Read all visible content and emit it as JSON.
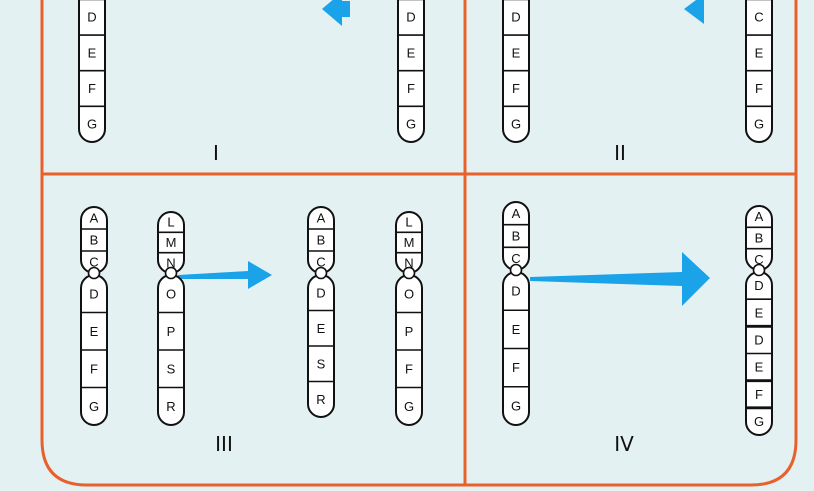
{
  "colors": {
    "background": "#e4f1f3",
    "frame": "#e8612c",
    "arrow": "#1aa3e8",
    "outline": "#111111"
  },
  "panels": [
    {
      "label": "I",
      "chromosomes": [
        {
          "id": "I-before",
          "bands": [
            "D",
            "E",
            "F",
            "G"
          ]
        },
        {
          "id": "I-after",
          "bands": [
            "D",
            "E",
            "F",
            "G"
          ]
        }
      ]
    },
    {
      "label": "II",
      "chromosomes": [
        {
          "id": "II-before",
          "bands": [
            "D",
            "E",
            "F",
            "G"
          ]
        },
        {
          "id": "II-after",
          "bands": [
            "C",
            "E",
            "F",
            "G"
          ]
        }
      ]
    },
    {
      "label": "III",
      "chromosomes": [
        {
          "id": "III-1",
          "short_arm": [
            "A",
            "B",
            "C"
          ],
          "long_arm": [
            "D",
            "E",
            "F",
            "G"
          ]
        },
        {
          "id": "III-2",
          "short_arm": [
            "L",
            "M",
            "N"
          ],
          "long_arm": [
            "O",
            "P",
            "S",
            "R"
          ]
        },
        {
          "id": "III-3",
          "short_arm": [
            "A",
            "B",
            "C"
          ],
          "long_arm": [
            "D",
            "E",
            "S",
            "R"
          ]
        },
        {
          "id": "III-4",
          "short_arm": [
            "L",
            "M",
            "N"
          ],
          "long_arm": [
            "O",
            "P",
            "F",
            "G"
          ]
        }
      ]
    },
    {
      "label": "IV",
      "chromosomes": [
        {
          "id": "IV-before",
          "short_arm": [
            "A",
            "B",
            "C"
          ],
          "long_arm": [
            "D",
            "E",
            "F",
            "G"
          ]
        },
        {
          "id": "IV-after",
          "short_arm": [
            "A",
            "B",
            "C"
          ],
          "long_arm": [
            "D",
            "E",
            "D",
            "E",
            "F",
            "G"
          ]
        }
      ]
    }
  ]
}
